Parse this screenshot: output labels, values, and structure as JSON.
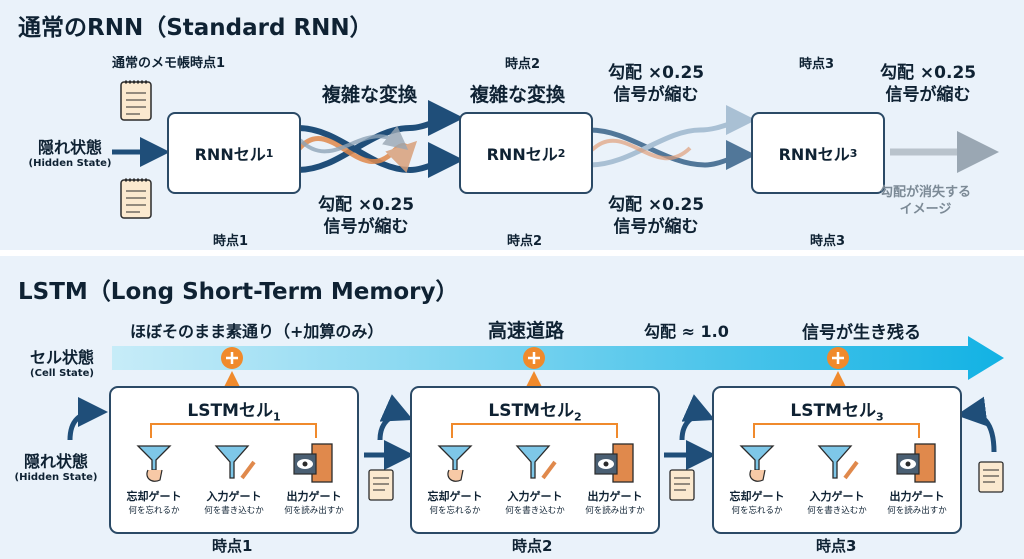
{
  "top": {
    "title": "通常のRNN（Standard RNN）",
    "memo_label": "通常のメモ帳時点1",
    "hidden_state": "隠れ状態",
    "hidden_state_en": "(Hidden State)",
    "cell_name": "RNNセル",
    "cell_subs": [
      "1",
      "2",
      "3"
    ],
    "t2_top": "時点2",
    "t3_top": "時点3",
    "transform1": "複雑な変換",
    "transform2": "複雑な変換",
    "grad_top_2": "勾配 ×0.25\n信号が縮む",
    "grad_top_3": "勾配 ×0.25\n信号が縮む",
    "grad_bottom_1": "勾配 ×0.25\n信号が縮む",
    "grad_bottom_2": "勾配 ×0.25\n信号が縮む",
    "vanish": "勾配が消失する\nイメージ",
    "t1_bottom": "時点1",
    "t2_bottom": "時点2",
    "t3_bottom": "時点3",
    "colors": {
      "arrow": "#1f4e79",
      "orange": "#e0894c",
      "fade": "#b9c3cc"
    }
  },
  "bottom": {
    "title": "LSTM（Long Short-Term Memory）",
    "cell_state": "セル状態",
    "cell_state_en": "(Cell State)",
    "note_pass": "ほぼそのまま素通り（+加算のみ）",
    "note_highway": "高速道路",
    "note_grad": "勾配 ≈ 1.0",
    "note_survive": "信号が生き残る",
    "hidden_state": "隠れ状態",
    "hidden_state_en": "(Hidden State)",
    "cell_name": "LSTMセル",
    "cell_subs": [
      "1",
      "2",
      "3"
    ],
    "gates": [
      {
        "name": "忘却ゲート",
        "desc": "何を忘れるか"
      },
      {
        "name": "入力ゲート",
        "desc": "何を書き込むか"
      },
      {
        "name": "出力ゲート",
        "desc": "何を読み出すか"
      }
    ],
    "times": [
      "時点1",
      "時点2",
      "時点3"
    ],
    "colors": {
      "cell_state": "#17b6e6",
      "plus": "#f08a2c",
      "box": "#2b4a66"
    }
  }
}
